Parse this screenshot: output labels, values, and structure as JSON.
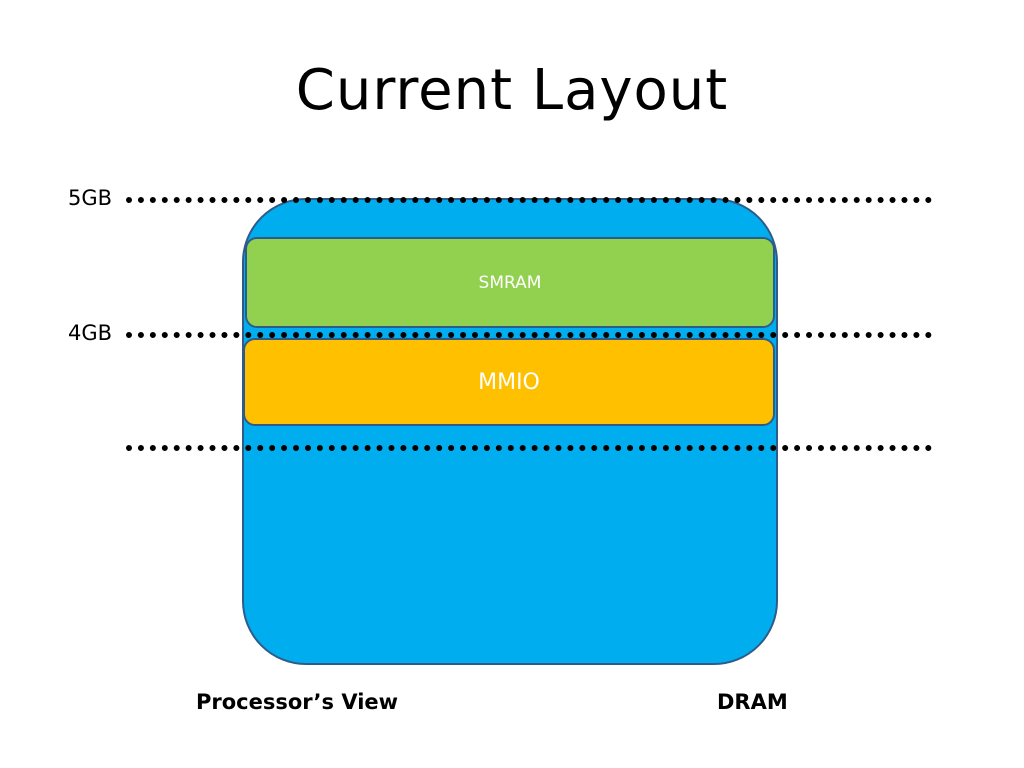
{
  "title": "Current Layout",
  "boundaries": {
    "top_label": "5GB",
    "middle_label": "4GB"
  },
  "regions": {
    "smram": "SMRAM",
    "mmio": "MMIO"
  },
  "captions": {
    "left": "Processor’s View",
    "right": "DRAM"
  },
  "colors": {
    "memory_block": "#00aeef",
    "smram": "#92d050",
    "mmio": "#ffc000",
    "outline": "#2e5c8a"
  }
}
